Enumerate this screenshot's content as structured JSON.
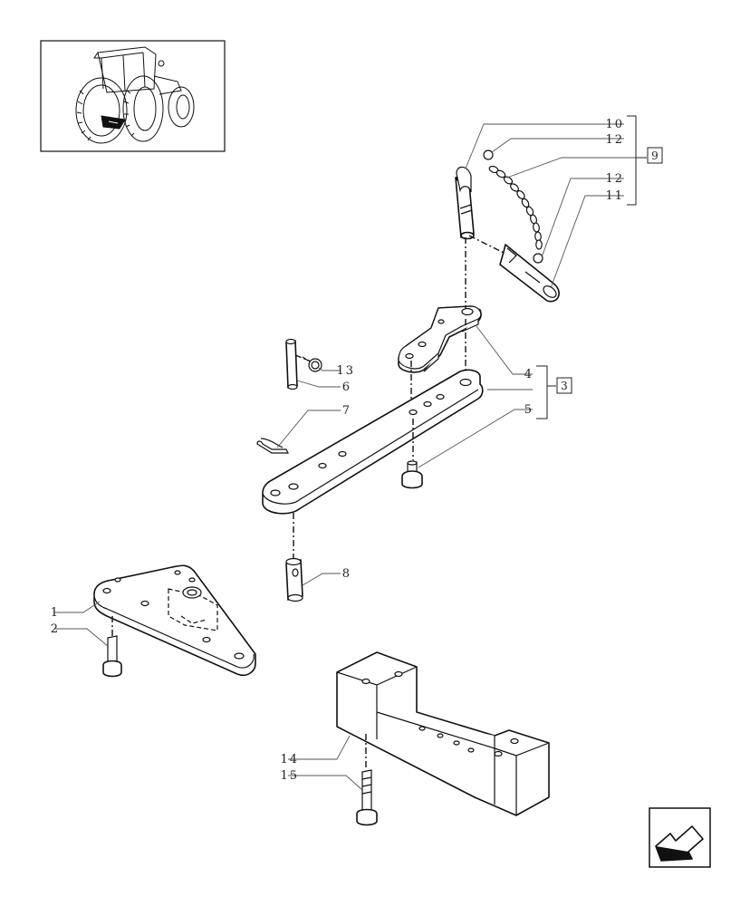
{
  "diagram": {
    "callouts": [
      {
        "id": "c1",
        "text": "1"
      },
      {
        "id": "c2",
        "text": "2"
      },
      {
        "id": "c4",
        "text": "4"
      },
      {
        "id": "c5",
        "text": "5"
      },
      {
        "id": "c6",
        "text": "6"
      },
      {
        "id": "c7",
        "text": "7"
      },
      {
        "id": "c8",
        "text": "8"
      },
      {
        "id": "c10",
        "text": "10"
      },
      {
        "id": "c11",
        "text": "11"
      },
      {
        "id": "c12a",
        "text": "12"
      },
      {
        "id": "c12b",
        "text": "12"
      },
      {
        "id": "c13",
        "text": "13"
      },
      {
        "id": "c14",
        "text": "14"
      },
      {
        "id": "c15",
        "text": "15"
      }
    ],
    "kit_refs": {
      "kit_3": "3",
      "kit_9": "9"
    },
    "icons": {
      "thumbnail": "tractor-rear-view-icon",
      "nav": "previous-page-arrow-icon"
    }
  }
}
